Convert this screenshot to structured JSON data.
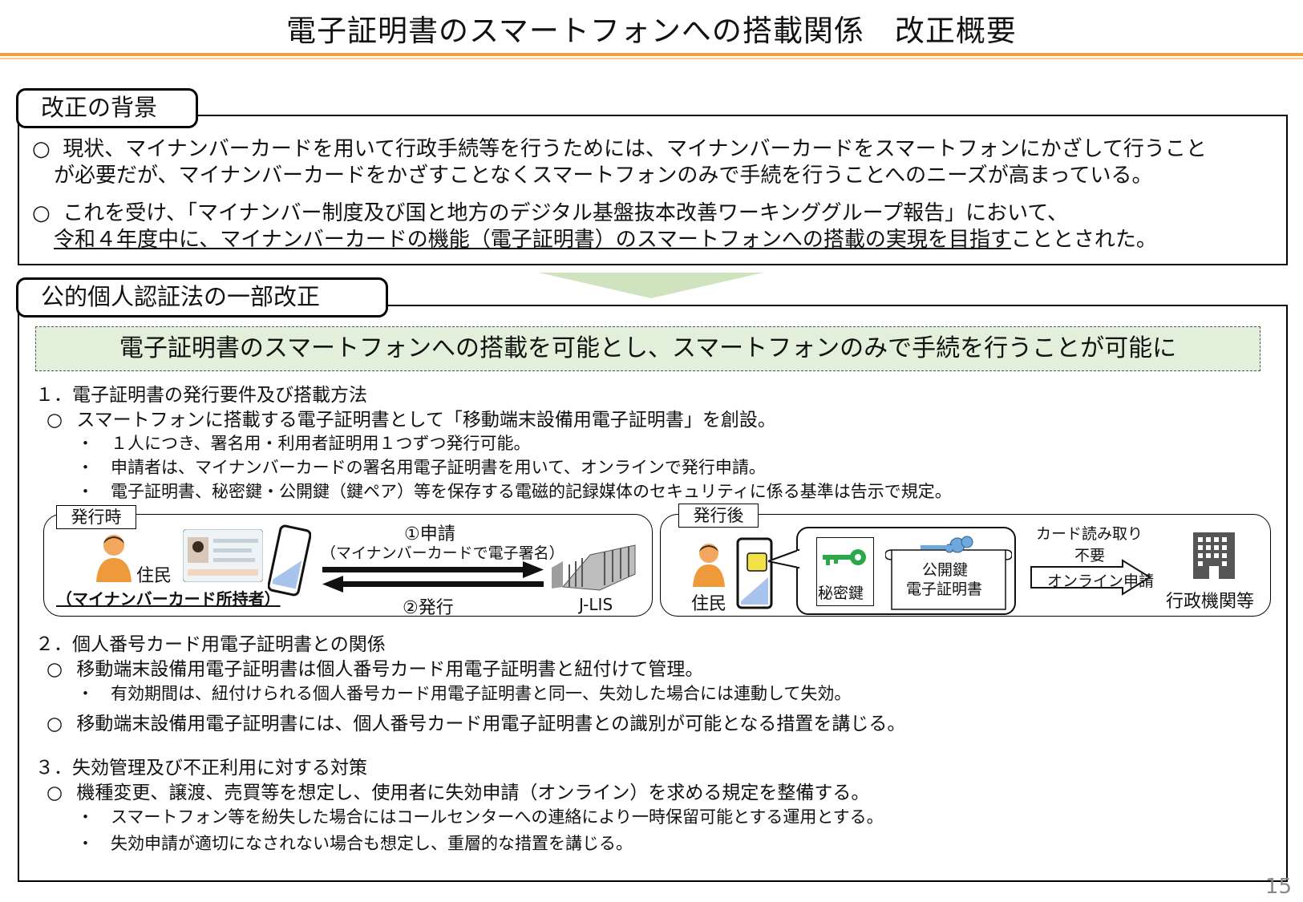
{
  "title": "電子証明書のスマートフォンへの搭載関係　改正概要",
  "background": {
    "tab": "改正の背景",
    "items": [
      {
        "bullet": "○",
        "line1": "現状、マイナンバーカードを用いて行政手続等を行うためには、マイナンバーカードをスマートフォンにかざして行うこと",
        "line2": "が必要だが、マイナンバーカードをかざすことなくスマートフォンのみで手続を行うことへのニーズが高まっている。"
      },
      {
        "bullet": "○",
        "line1": "これを受け、「マイナンバー制度及び国と地方のデジタル基盤抜本改善ワーキンググループ報告」において、",
        "line2_u": "令和４年度中に、マイナンバーカードの機能（電子証明書）のスマートフォンへの搭載の実現を目指す",
        "line2_rest": "こととされた。"
      }
    ]
  },
  "amendment": {
    "tab": "公的個人認証法の一部改正",
    "banner": "電子証明書のスマートフォンへの搭載を可能とし、スマートフォンのみで手続を行うことが可能に",
    "s1": {
      "heading": "１．電子証明書の発行要件及び搭載方法",
      "circle": "○",
      "item": "スマートフォンに搭載する電子証明書として「移動端末設備用電子証明書」を創設。",
      "bullets": [
        "・",
        "・",
        "・"
      ],
      "subs": [
        "１人につき、署名用・利用者証明用１つずつ発行可能。",
        "申請者は、マイナンバーカードの署名用電子証明書を用いて、オンラインで発行申請。",
        "電子証明書、秘密鍵・公開鍵（鍵ペア）等を保存する電磁的記録媒体のセキュリティに係る基準は告示で規定。"
      ]
    },
    "diagram": {
      "issue_label": "発行時",
      "resident": "住民",
      "holder": "（マイナンバーカード所持者）",
      "request1": "①申請",
      "request2": "（マイナンバーカードで電子署名）",
      "issue": "②発行",
      "jlis": "J-LIS",
      "after_label": "発行後",
      "resident2": "住民",
      "private_key": "秘密鍵",
      "public_key": "公開鍵",
      "certificate": "電子証明書",
      "card_read1": "カード読み取り",
      "card_read2": "不要",
      "online": "オンライン申請",
      "agency": "行政機関等"
    },
    "s2": {
      "heading": "２．個人番号カード用電子証明書との関係",
      "circle1": "○",
      "item1": "移動端末設備用電子証明書は個人番号カード用電子証明書と紐付けて管理。",
      "bullet": "・",
      "sub1": "有効期間は、紐付けられる個人番号カード用電子証明書と同一、失効した場合には連動して失効。",
      "circle2": "○",
      "item2": "移動端末設備用電子証明書には、個人番号カード用電子証明書との識別が可能となる措置を講じる。"
    },
    "s3": {
      "heading": "３．失効管理及び不正利用に対する対策",
      "circle": "○",
      "item": "機種変更、譲渡、売買等を想定し、使用者に失効申請（オンライン）を求める規定を整備する。",
      "bullets": [
        "・",
        "・"
      ],
      "subs": [
        "スマートフォン等を紛失した場合にはコールセンターへの連絡により一時保留可能とする運用とする。",
        "失効申請が適切になされない場合も想定し、重層的な措置を講じる。"
      ]
    }
  },
  "page_number": "15",
  "colors": {
    "accent": "#f0a040",
    "banner": "#e2efda",
    "arrow": "#cfe3bf",
    "phone_screen": "#a9c4ec",
    "key": "#2aa84a",
    "chip": "#f2e24a"
  }
}
